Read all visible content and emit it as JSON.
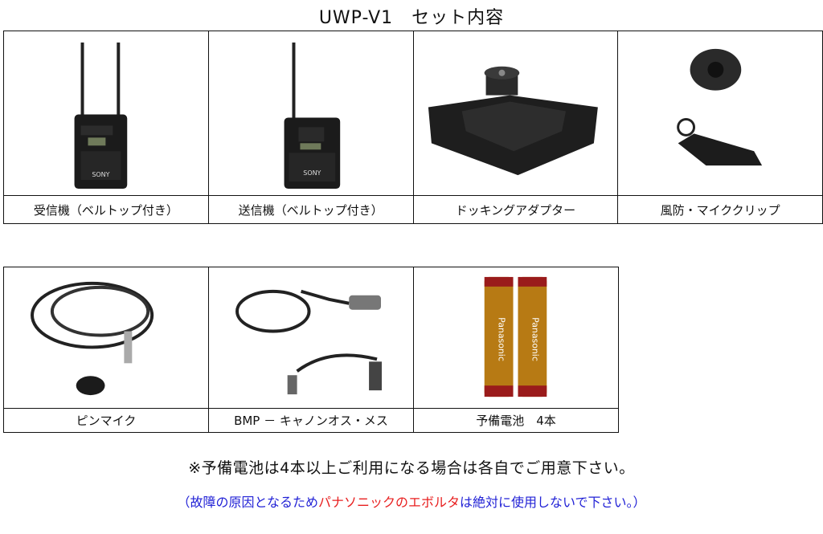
{
  "title": "UWP-V1　セット内容",
  "row1": [
    {
      "label": "受信機（ベルトップ付き）",
      "icon": "receiver-icon"
    },
    {
      "label": "送信機（ベルトップ付き）",
      "icon": "transmitter-icon"
    },
    {
      "label": "ドッキングアダプター",
      "icon": "docking-adapter-icon"
    },
    {
      "label": "風防・マイククリップ",
      "icon": "windscreen-clip-icon"
    }
  ],
  "row2": [
    {
      "label": "ピンマイク",
      "icon": "lavalier-mic-icon"
    },
    {
      "label": "BMP － キャノンオス・メス",
      "icon": "xlr-cable-icon"
    },
    {
      "label": "予備電池　4本",
      "icon": "battery-icon"
    }
  ],
  "product_text": {
    "receiver_brand": "SONY",
    "transmitter_brand": "SONY",
    "battery_brand": "Panasonic"
  },
  "notes": {
    "line1": "※予備電池は4本以上ご利用になる場合は各自でご用意下さい。",
    "line2_a": "（故障の原因となるため",
    "line2_red": "パナソニックのエボルタ",
    "line2_b": "は絶対に使用しないで下さい。）"
  },
  "colors": {
    "note_blue": "#2222d6",
    "note_red": "#e82020"
  }
}
